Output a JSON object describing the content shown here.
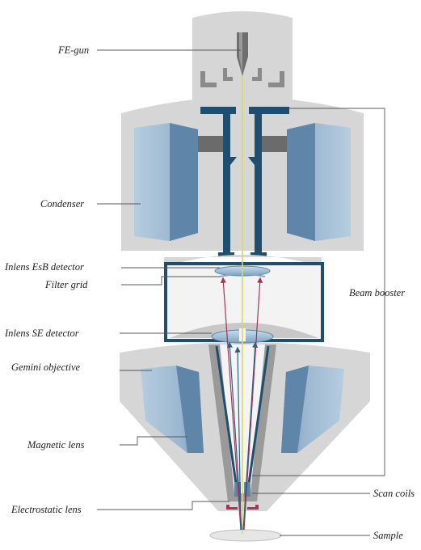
{
  "labels": {
    "fe_gun": "FE-gun",
    "condenser": "Condenser",
    "inlens_esb": "Inlens EsB detector",
    "filter_grid": "Filter grid",
    "inlens_se": "Inlens SE detector",
    "gemini_objective": "Gemini objective",
    "magnetic_lens": "Magnetic lens",
    "electrostatic_lens": "Electrostatic lens",
    "beam_booster": "Beam booster",
    "scan_coils": "Scan coils",
    "sample": "Sample"
  },
  "colors": {
    "housing": "#d6d6d6",
    "housing_dark": "#c4c4c4",
    "tube": "#1f4e6e",
    "lens_light": "#a9c2d8",
    "lens_dark": "#5f86a8",
    "beam": "#d8d860",
    "signal_red": "#a8325a",
    "signal_blue": "#2c5f8c"
  }
}
